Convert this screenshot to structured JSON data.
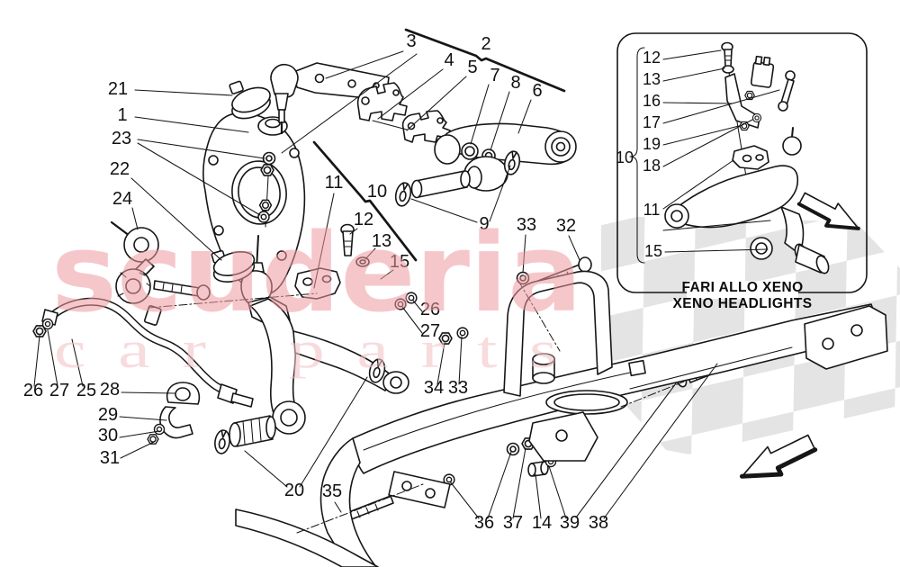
{
  "colors": {
    "watermark_primary": "#ee9aa0",
    "watermark_secondary": "#f2c4c8",
    "flag_gray": "#e4e4e4",
    "line_color": "#161616"
  },
  "watermark": {
    "primary_text": "scuderia",
    "secondary_text": "car parts"
  },
  "inset_box": {
    "caption_line_1": "FARI ALLO XENO",
    "caption_line_2": "XENO HEADLIGHTS",
    "group_label": "10"
  },
  "icons": {
    "inset_direction_arrow": "arrow-down-right",
    "main_direction_arrow": "arrow-down-left"
  },
  "callout_labels": {
    "1": "1",
    "2": "2",
    "3": "3",
    "4": "4",
    "5": "5",
    "6": "6",
    "7": "7",
    "8": "8",
    "9": "9",
    "10": "10",
    "11": "11",
    "12": "12",
    "13": "13",
    "14": "14",
    "15": "15",
    "16": "16",
    "17": "17",
    "18": "18",
    "19": "19",
    "20": "20",
    "21": "21",
    "22": "22",
    "23": "23",
    "24": "24",
    "25": "25",
    "26": "26",
    "27": "27",
    "28": "28",
    "29": "29",
    "30": "30",
    "31": "31",
    "32": "32",
    "33": "33",
    "34": "34",
    "35": "35",
    "36": "36",
    "37": "37",
    "38": "38",
    "39": "39"
  }
}
